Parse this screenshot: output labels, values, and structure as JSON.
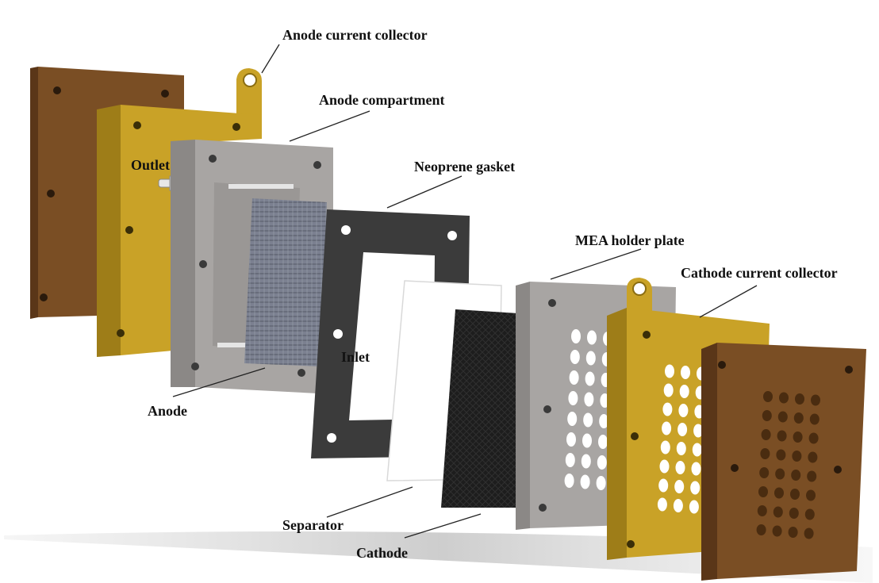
{
  "labels": {
    "anode_current_collector": "Anode current collector",
    "anode_compartment": "Anode compartment",
    "outlet": "Outlet",
    "neoprene_gasket": "Neoprene gasket",
    "mea_holder_plate": "MEA holder plate",
    "cathode_current_collector": "Cathode current collector",
    "inlet": "Inlet",
    "anode": "Anode",
    "separator": "Separator",
    "cathode": "Cathode"
  },
  "colors": {
    "end_plate": "#7a4e24",
    "current_collector": "#c9a227",
    "compartment": "#a8a5a3",
    "gasket": "#3b3b3b",
    "separator": "#ffffff",
    "cathode": "#1c1c1c",
    "anode_mesh": "#6f7380"
  }
}
